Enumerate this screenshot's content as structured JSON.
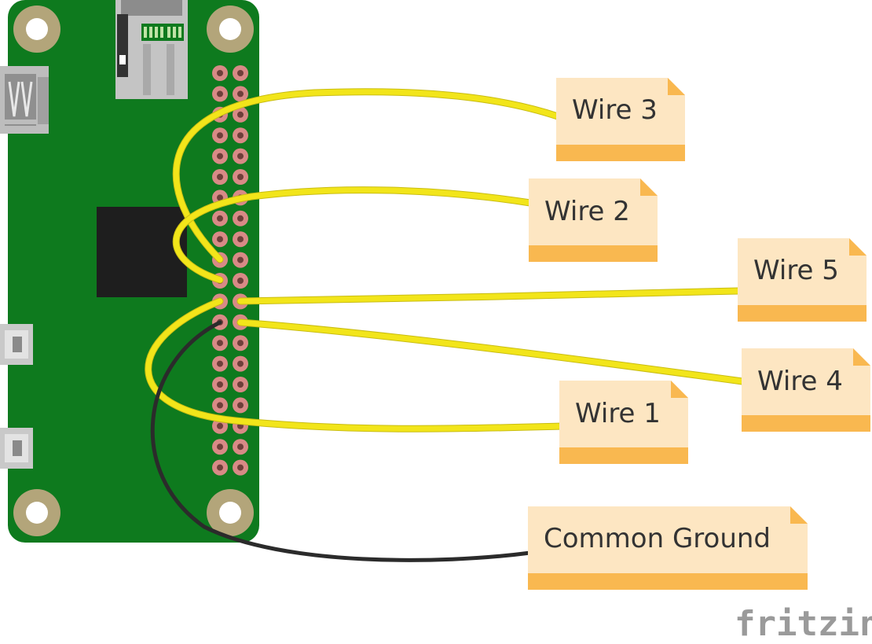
{
  "board": {
    "pin_rows": 20,
    "pin_columns": 2,
    "colors": {
      "pcb": "#0e7a1e",
      "mount_ring": "#b3a57a",
      "pin_ring": "#d88a86",
      "pin_center": "#6f3f3b",
      "chip": "#1e1e1e",
      "connector": "#b9b9b9"
    }
  },
  "wires": [
    {
      "label": "Wire 3",
      "color": "#f2e51a"
    },
    {
      "label": "Wire 2",
      "color": "#f2e51a"
    },
    {
      "label": "Wire 5",
      "color": "#f2e51a"
    },
    {
      "label": "Wire 4",
      "color": "#f2e51a"
    },
    {
      "label": "Wire 1",
      "color": "#f2e51a"
    },
    {
      "label": "Common Ground",
      "color": "#2b2b2b"
    }
  ],
  "note_colors": {
    "body": "#fde6c2",
    "band": "#f9b850",
    "corner": "#f9b850"
  },
  "brand": {
    "text": "fritzing",
    "color": "#9a9a9a"
  }
}
